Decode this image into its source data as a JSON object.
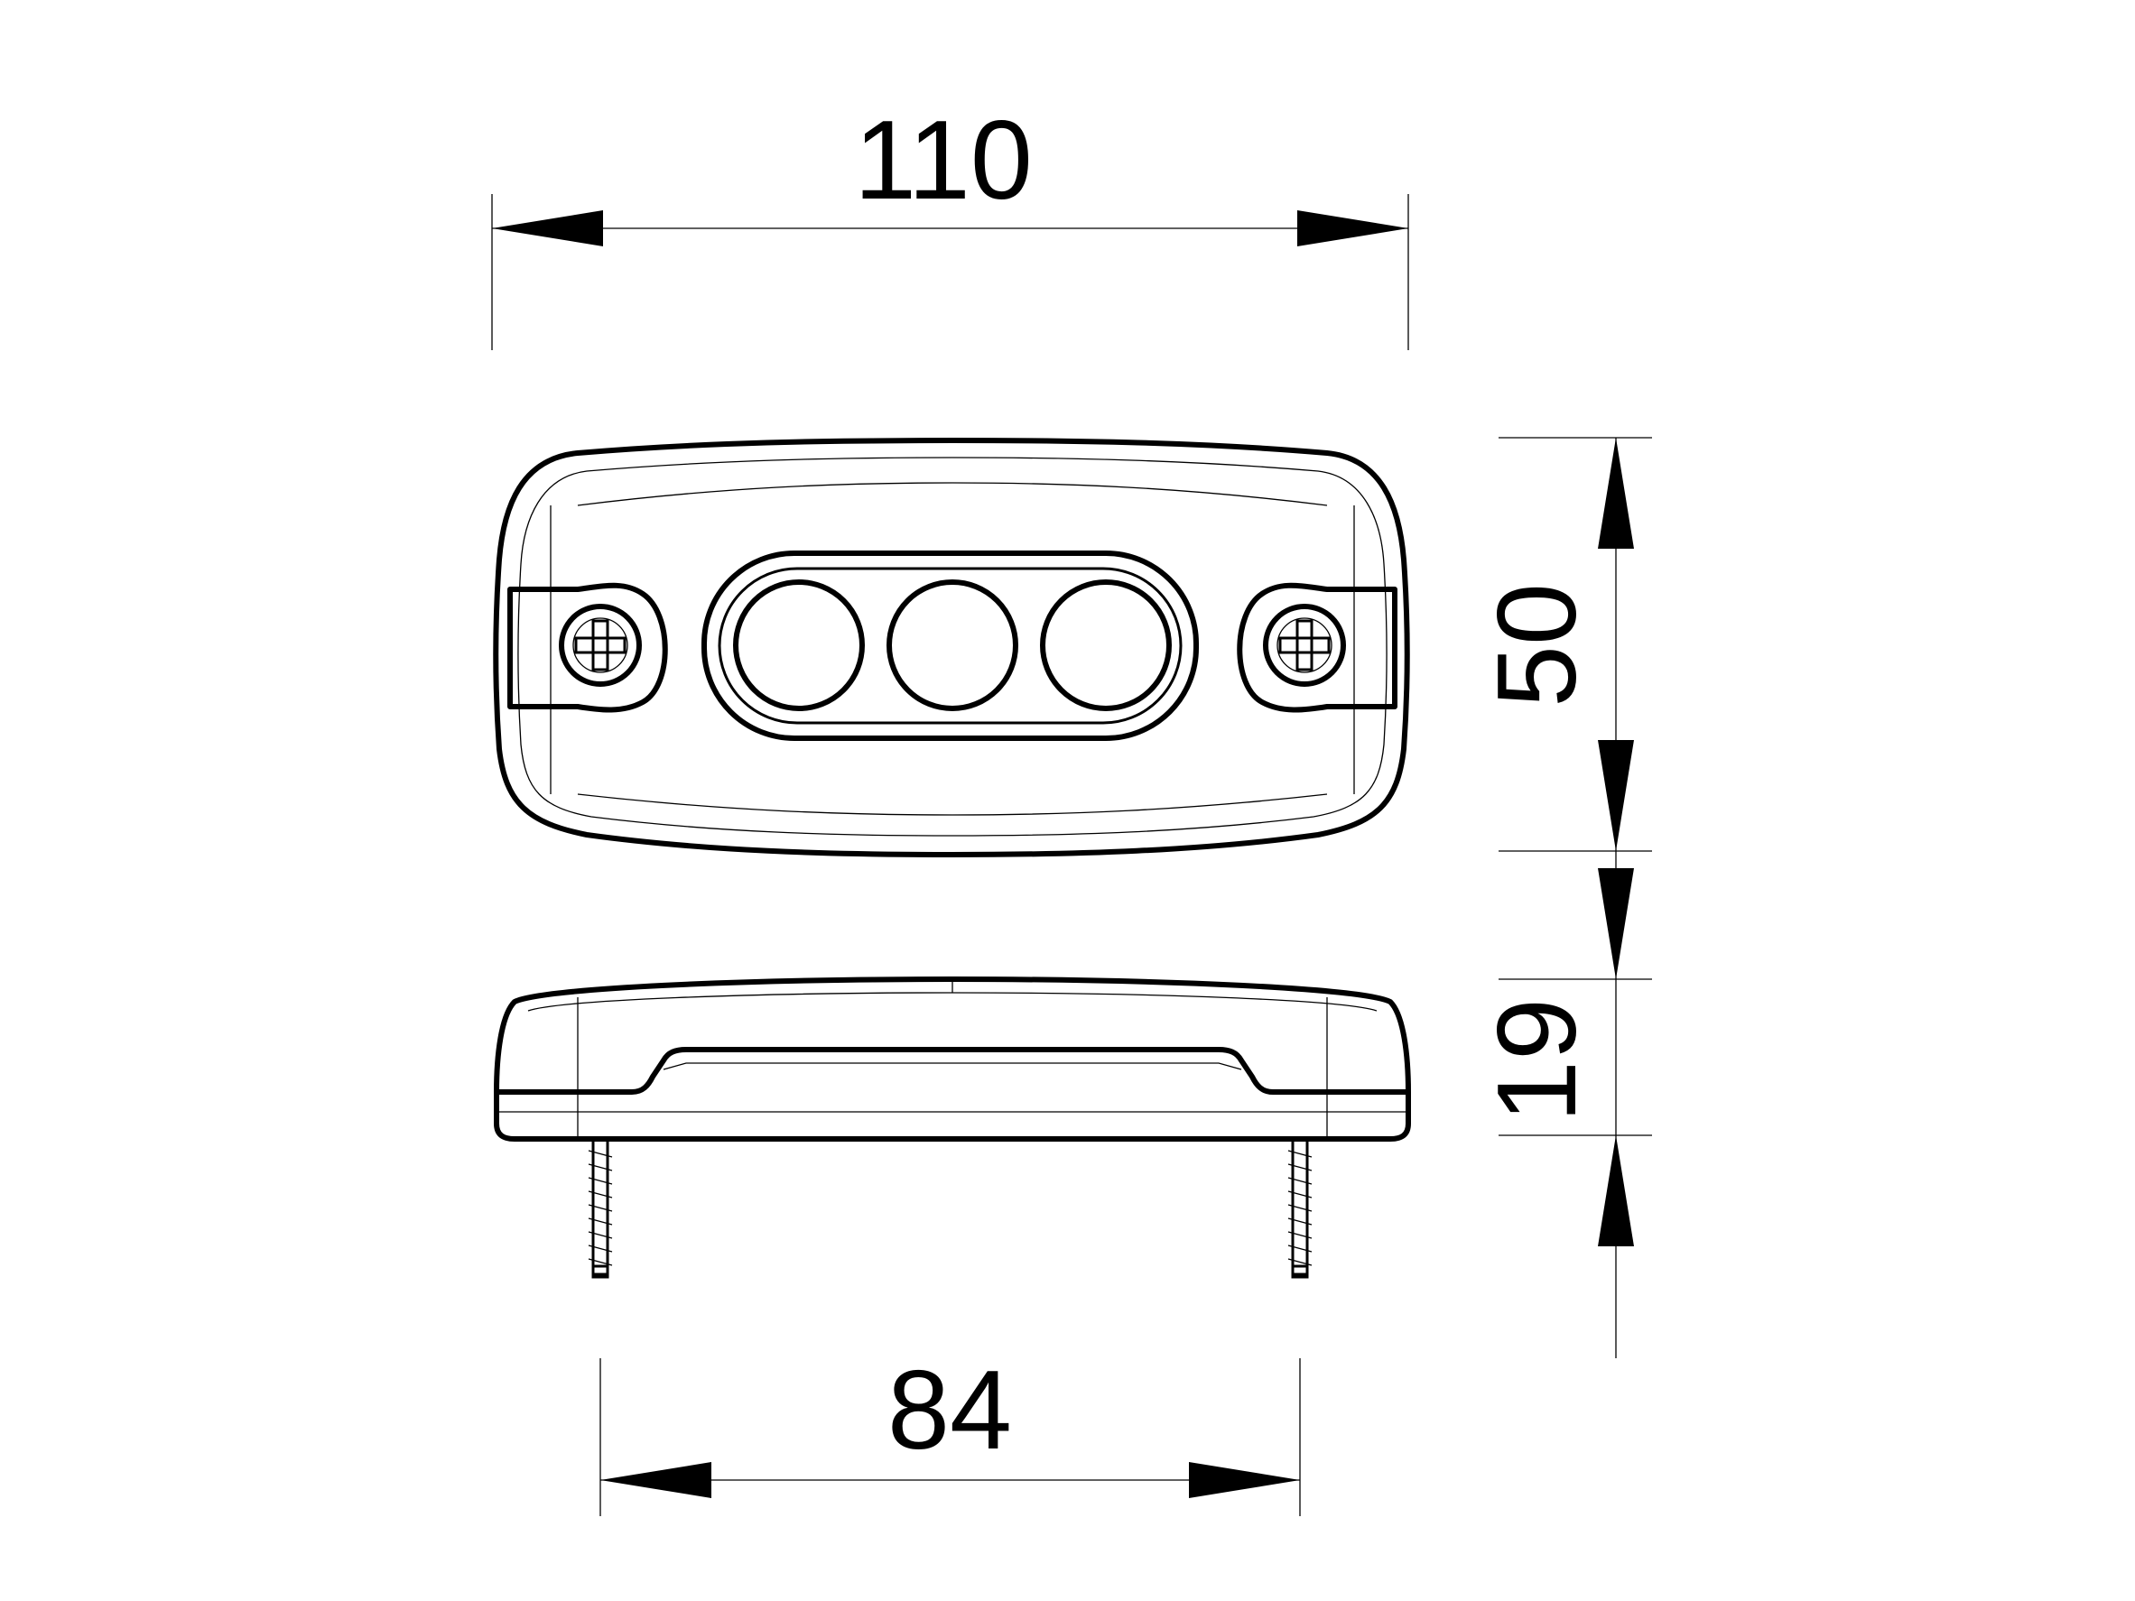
{
  "dimensions": {
    "width_top": "110",
    "height_front": "50",
    "height_side": "19",
    "screw_spacing": "84"
  },
  "style": {
    "line_color": "#000000",
    "background": "#ffffff"
  }
}
